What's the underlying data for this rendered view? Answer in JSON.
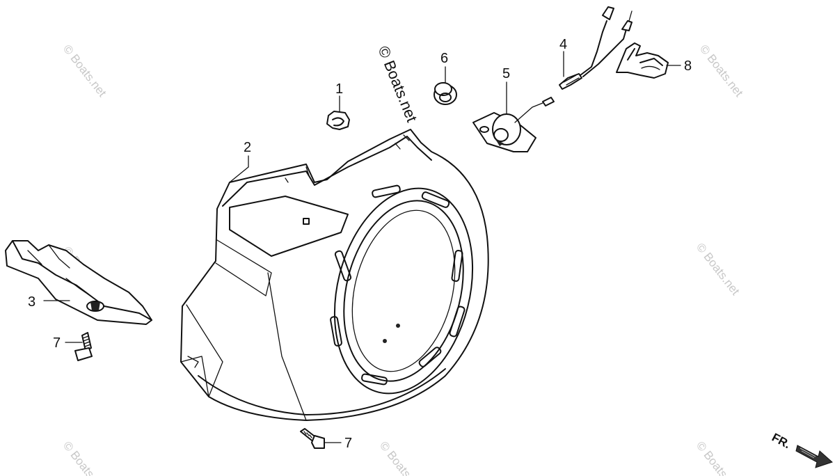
{
  "watermark": {
    "main": "© Boats.net",
    "repeat": "© Boats.net"
  },
  "callouts": {
    "c1": "1",
    "c2": "2",
    "c3": "3",
    "c4": "4",
    "c5": "5",
    "c6": "6",
    "c7a": "7",
    "c7b": "7",
    "c8": "8"
  },
  "direction": {
    "label": "FR."
  }
}
